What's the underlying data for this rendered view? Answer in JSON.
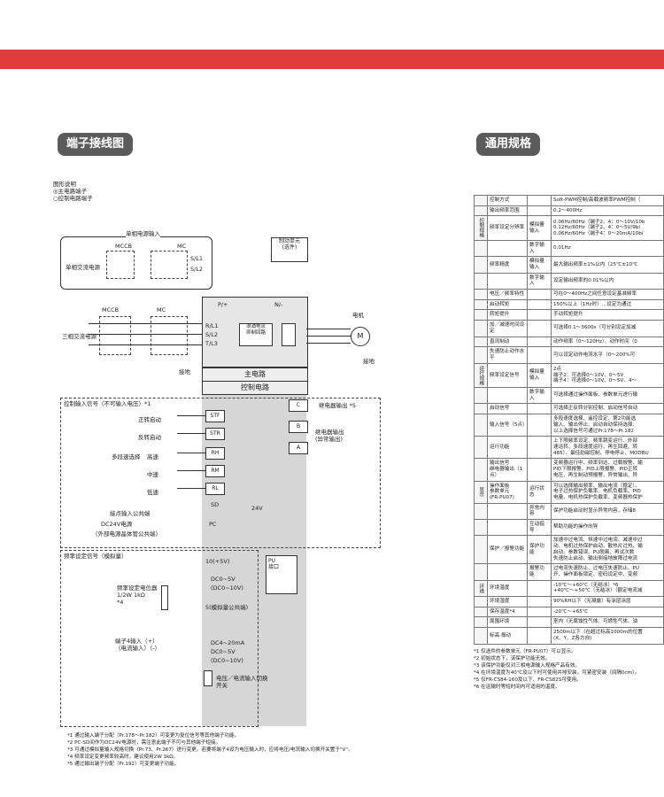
{
  "banner": {
    "color": "#e03a3a"
  },
  "tabs": {
    "wiring": "端子接线图",
    "spec": "通用规格"
  },
  "wiring": {
    "legend": {
      "title": "图形说明",
      "main": "◎主电路端子",
      "control": "○控制电路端子"
    },
    "single_phase_input": "单相电源输入",
    "mccb": "MCCB",
    "mc": "MC",
    "single_phase_supply": "单相交流电源",
    "three_phase_supply": "三相交流电源",
    "sl1": "S/L1",
    "sl2": "S/L2",
    "rl1": "R/L1",
    "sl2b": "S/L2",
    "tl3": "T/L3",
    "brake_unit": "制动单元\n(选件)",
    "p_plus": "P/+",
    "n_minus": "N/-",
    "inrush": "浪涌电流\n抑制回路",
    "motor": "电机",
    "motor_symbol": "M",
    "ground": "接地",
    "ground2": "接地",
    "main_circuit": "主电路",
    "control_circuit": "控制电路",
    "control_input_title": "控制输入信号（不可输入电压）*1",
    "inputs": [
      "正转启动",
      "反转启动",
      "多段速选择",
      "中速",
      "低速",
      "高速"
    ],
    "terminals": [
      "STF",
      "STR",
      "RH",
      "RM",
      "RL",
      "SD",
      "PC"
    ],
    "common": "接点输入公共端",
    "dc24": "DC24V电源",
    "dc24_note": "（外部电源晶体管公共端）",
    "freq_title": "频率设定信号（模拟量）",
    "pot": "频率设定电位器\n1/2W 1kΩ\n*4",
    "term_input": "端子4输入（+）\n（电流输入）（-）",
    "t10": "10(+5V)",
    "t2a": "DC0~5V",
    "t2b": "(DC0~10V)",
    "t5": "5(模拟量公共端)",
    "t4a": "DC4~20mA",
    "t4b": "DC0~5V",
    "t4c": "(DC0~10V)",
    "switch": "电压／电流输入切换\n开关",
    "relay_out": "继电器输出 *5",
    "relay_label": "继电器输出\n(异常输出)",
    "pu": "PU\n接口",
    "cba": [
      "C",
      "B",
      "A"
    ],
    "voltage24": "24V",
    "notes": [
      "*1  通过输入端子分配（Pr.178～Pr.182）可变更为复位信号等其他端子功能。",
      "*2  PC-SD间作为DC24V电源时，需注意此端子不可与其他端子短接。",
      "*3  可通过模拟量输入规格切换（Pr.73、Pr.267）进行变更。若要将端子4设为电压输入时，应将电压/电流输入切换开关置于\"V\"。",
      "*4  频率设定变更频率较高时，建议使用2W 1kΩ。",
      "*5  通过输出端子分配（Pr.192）可变更端子功能。"
    ]
  },
  "spec": {
    "rows": [
      {
        "cat": "",
        "name": "控制方式",
        "sub": "",
        "val": "Soft-PWM控制/高载波频率PWM控制（"
      },
      {
        "cat": "",
        "name": "输出频率范围",
        "sub": "",
        "val": "0.2～400Hz"
      },
      {
        "cat": "控制规格",
        "name": "频率设定分辨率",
        "sub": "模拟量输入",
        "val": "0.06Hz/60Hz（端子2、4：0～10V/10b\n0.12Hz/60Hz（端子2、4：0～5V/9bi\n0.06Hz/60Hz（端子4：0～20mA/10bi"
      },
      {
        "cat": "",
        "name": "",
        "sub": "数字输入",
        "val": "0.01Hz"
      },
      {
        "cat": "",
        "name": "频率精度",
        "sub": "模拟量输入",
        "val": "最大输出频率±1%以内（25℃±10℃"
      },
      {
        "cat": "",
        "name": "",
        "sub": "数字输入",
        "val": "设定输出频率的0.01%以内"
      },
      {
        "cat": "",
        "name": "电压／频率特性",
        "sub": "",
        "val": "可在0～400Hz之间任意设定基准频率"
      },
      {
        "cat": "",
        "name": "启动转矩",
        "sub": "",
        "val": "150%以上（1Hz时）…设定为通过"
      },
      {
        "cat": "",
        "name": "转矩提升",
        "sub": "",
        "val": "手动转矩提升"
      },
      {
        "cat": "",
        "name": "加／减速时间设定",
        "sub": "",
        "val": "可选择0.1～3600s（可分别设定加减"
      },
      {
        "cat": "",
        "name": "直流制动",
        "sub": "",
        "val": "动作频率（0～120Hz）、动作时间（0"
      },
      {
        "cat": "",
        "name": "失速防止动作水平",
        "sub": "",
        "val": "可以设定动作电流水平（0～200%可"
      },
      {
        "cat": "运行规格",
        "name": "频率设定信号",
        "sub": "模拟量输入",
        "val": "2点\n端子2：可选择0～10V、0～5V\n端子4：可选择0～10V、0～5V、4～"
      },
      {
        "cat": "",
        "name": "",
        "sub": "数字输入",
        "val": "可选择通过操作面板、参数单元进行输"
      },
      {
        "cat": "",
        "name": "启动信号",
        "sub": "",
        "val": "可选择正反转分别控制、启动信号自动"
      },
      {
        "cat": "",
        "name": "输入信号（5点）",
        "sub": "",
        "val": "多段速度选择、遥控设定、第2功能选\n输入、输出停止、启动自动保持选择、\n以上选择信号可通过Pr.178～Pr.182"
      },
      {
        "cat": "",
        "name": "运行功能",
        "sub": "",
        "val": "上下限频率设定、频率跳变运行、外部\n速运转、多段速度运行、再生回避、转\n485）、最佳励磁控制、停电停止、MODBU"
      },
      {
        "cat": "",
        "name": "输出信号\n继电器输出（1点）",
        "sub": "",
        "val": "变频器运行中、频率到达、过载报警、输\nPID下限报警、PID上限报警、PID正转\n电压、再生制动预报警、异常输出、异"
      },
      {
        "cat": "显示",
        "name": "操作面板\n参数单元\n(FR-PU07)",
        "sub": "运行状态",
        "val": "可以选择输出频率、输出电流（稳定）、\n电子过热保护负载率、电机负载率、PID\n电量、电机热保护负载率、变频器热保护"
      },
      {
        "cat": "",
        "name": "",
        "sub": "异常内容",
        "val": "保护功能启动时显示异常内容，存储8"
      },
      {
        "cat": "",
        "name": "",
        "sub": "互动指导",
        "val": "帮助功能的操作向导"
      },
      {
        "cat": "",
        "name": "保护／报警功能",
        "sub": "保护功能",
        "val": "加速中过电流、恒速中过电流、减速中过\n动、电机过热保护启动、散热片过热、输\n启动、参数错误、PU脱离、再试次数\n失速防止启动、输出侧接地故障过电流"
      },
      {
        "cat": "",
        "name": "",
        "sub": "报警功能",
        "val": "过电流失速防止、过电压失速防止、PU\n开、操作面板锁定、密码设定中、变频"
      },
      {
        "cat": "环境",
        "name": "环境温度",
        "sub": "",
        "val": "-10℃～+60℃（无结冰）*6\n+40℃～+50℃（无结冰）（额定电流减"
      },
      {
        "cat": "",
        "name": "环境湿度",
        "sub": "",
        "val": "90%RH以下（无凝露）有涂层涂层"
      },
      {
        "cat": "",
        "name": "保存温度*4",
        "sub": "",
        "val": "-20℃～+65℃"
      },
      {
        "cat": "",
        "name": "周围环境",
        "sub": "",
        "val": "室内（无腐蚀性气体、可燃性气体、油"
      },
      {
        "cat": "",
        "name": "标高·振动",
        "sub": "",
        "val": "2500m以下（在超过标高1000m的位置\n(X、Y、Z各方向)"
      }
    ],
    "notes": [
      "*1  仅选件的参数单元（FR-PU07）可以显示。",
      "*2  初始状态下，该保护功能无效。",
      "*3  该保护功能仅对三相电源输入规格产品有效。",
      "*4  在环境温度为40℃及以下时可使用并排安装。可紧密安装（间隔0cm）。",
      "*5  仅FR-CS84-160及以下、FR-CS82S可使用。",
      "*6  在运输时等短时间内可适用的温度。"
    ]
  }
}
